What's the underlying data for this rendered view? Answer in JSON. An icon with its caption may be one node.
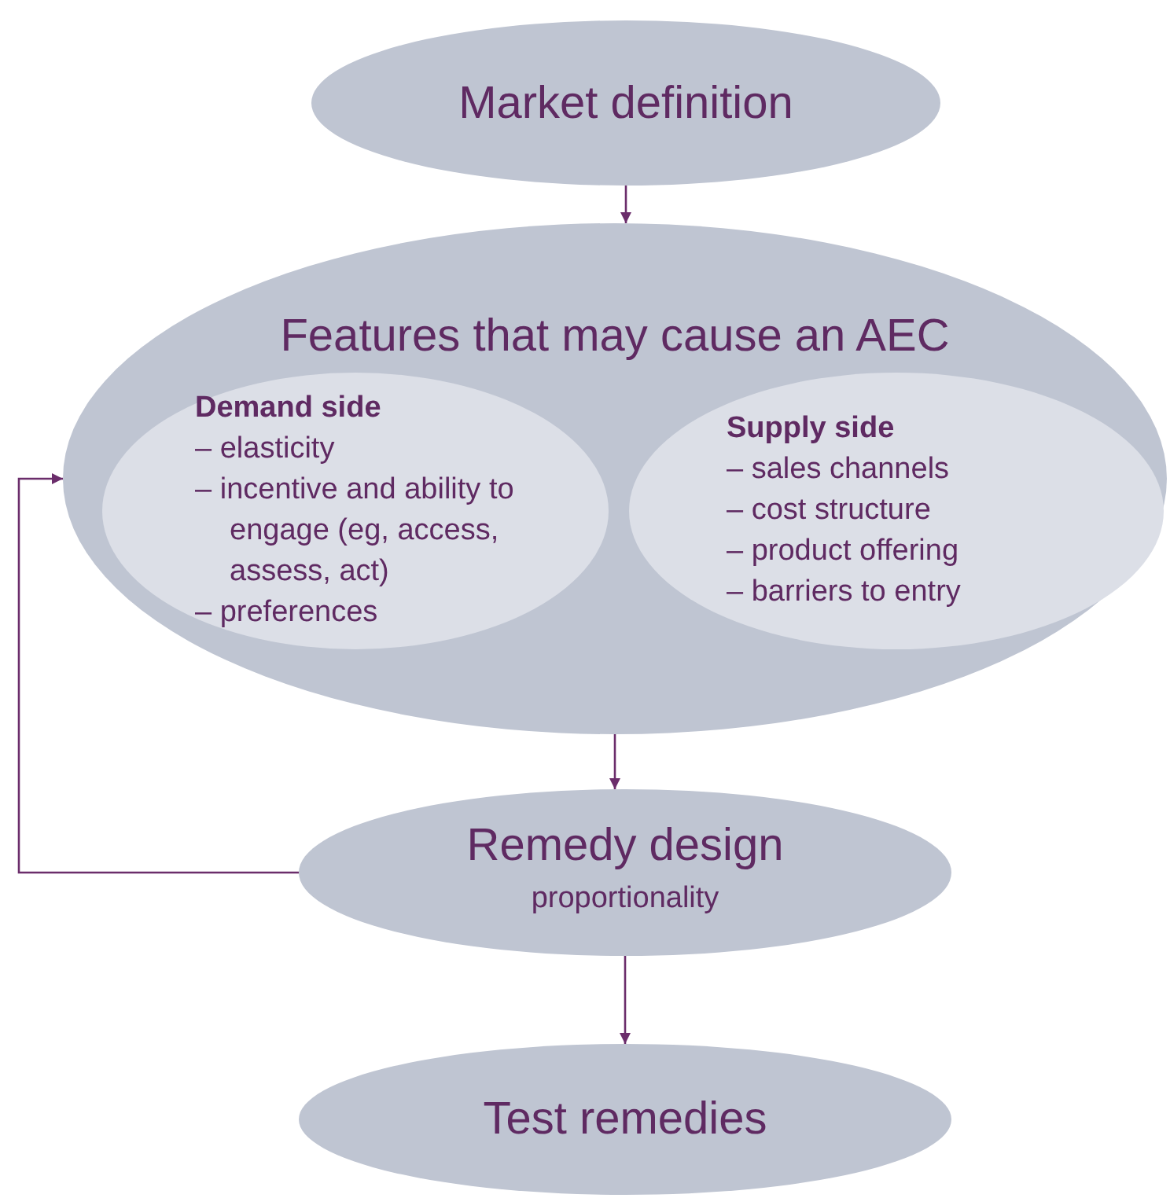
{
  "diagram": {
    "nodes": [
      {
        "text": [
          "Market definition"
        ]
      },
      {
        "text": [
          "Features that may cause an AEC"
        ]
      },
      {
        "text": [
          "Demand side",
          "– elasticity",
          "– incentive and ability to engage (eg, access, assess, act)",
          "– preferences"
        ],
        "in": 1
      },
      {
        "text": [
          "Supply side",
          "– sales channels",
          "– cost structure",
          "– product offering",
          "– barriers to entry"
        ],
        "in": 1
      },
      {
        "text": [
          "Remedy design",
          "proportionality"
        ]
      },
      {
        "text": [
          "Test remedies"
        ]
      }
    ],
    "edges": [
      {
        "from": 0,
        "to": 1,
        "arrow": "to"
      },
      {
        "from": 1,
        "to": 4,
        "arrow": "to"
      },
      {
        "from": 4,
        "to": 5,
        "arrow": "to"
      },
      {
        "from": 4,
        "to": 1,
        "arrow": "to"
      }
    ]
  }
}
